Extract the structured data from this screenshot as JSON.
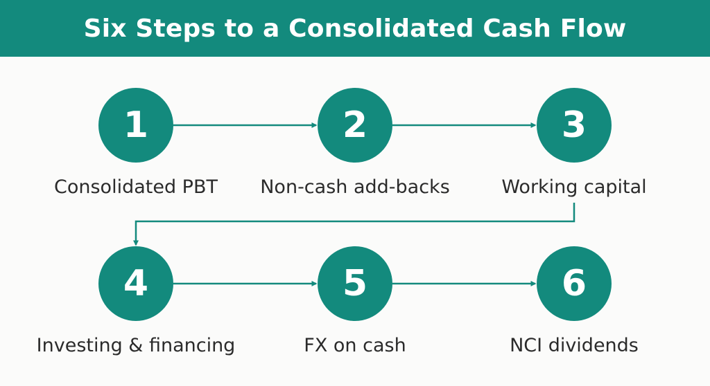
{
  "title": "Six Steps to a Consolidated Cash Flow",
  "colors": {
    "primary": "#138a7d",
    "background": "#fbfbfa",
    "label_text": "#2b2b2b"
  },
  "steps": [
    {
      "number": "1",
      "label": "Consolidated PBT"
    },
    {
      "number": "2",
      "label": "Non-cash add-backs"
    },
    {
      "number": "3",
      "label": "Working capital"
    },
    {
      "number": "4",
      "label": "Investing & financing"
    },
    {
      "number": "5",
      "label": "FX on cash"
    },
    {
      "number": "6",
      "label": "NCI dividends"
    }
  ],
  "connectors": [
    {
      "from": "1",
      "to": "2"
    },
    {
      "from": "2",
      "to": "3"
    },
    {
      "from": "3",
      "to": "4"
    },
    {
      "from": "4",
      "to": "5"
    },
    {
      "from": "5",
      "to": "6"
    }
  ]
}
